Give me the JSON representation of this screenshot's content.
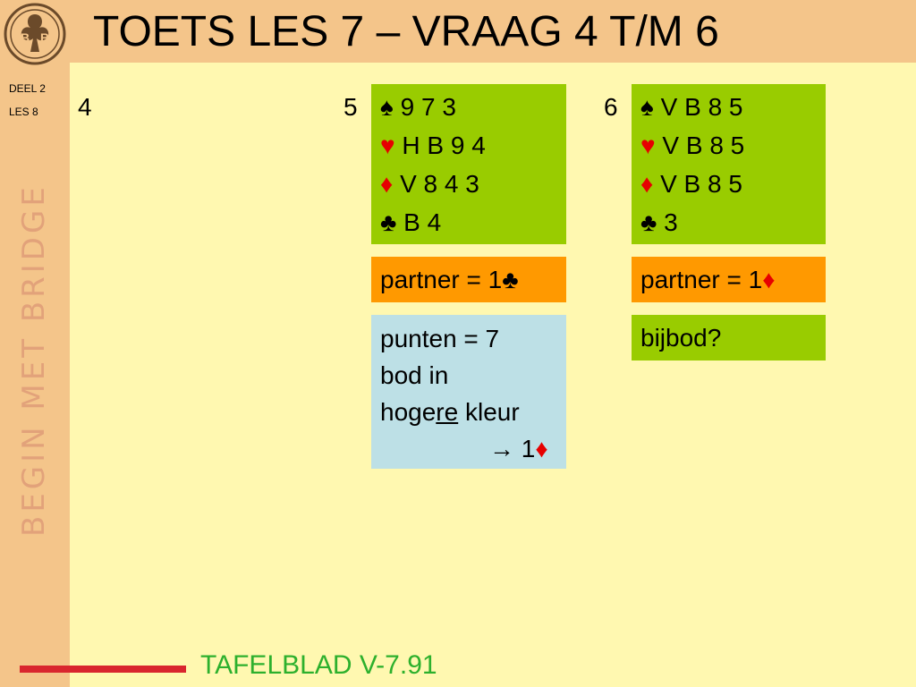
{
  "sidebar": {
    "deel": "DEEL 2",
    "les": "LES 8",
    "vertical_text": "BEGIN MET BRIDGE",
    "logo_text": "B♣B"
  },
  "header": {
    "title": "TOETS LES 7 – VRAAG 4 T/M 6"
  },
  "questions": {
    "q4": {
      "number": "4"
    },
    "q5": {
      "number": "5",
      "hand": {
        "spades": "9 7 3",
        "hearts": "H B 9 4",
        "diamonds": "V 8 4 3",
        "clubs": "B 4"
      },
      "partner_label": "partner = 1",
      "answer": {
        "line1": "punten = 7",
        "line2": "bod in",
        "line3_pre": "hoge",
        "line3_ul": "re",
        "line3_post": " kleur",
        "line4_arrow": "→",
        "line4_value": "1"
      }
    },
    "q6": {
      "number": "6",
      "hand": {
        "spades": "V B 8 5",
        "hearts": "V B 8 5",
        "diamonds": "V B 8 5",
        "clubs": "3"
      },
      "partner_label": "partner = 1",
      "question": "bijbod?"
    }
  },
  "icons": {
    "spade": "♠",
    "heart": "♥",
    "diamond": "♦",
    "club": "♣"
  },
  "footer": {
    "text": "TAFELBLAD V-7.91"
  },
  "colors": {
    "background": "#fff8b0",
    "sidebar": "#f4c58a",
    "green_box": "#99cc00",
    "orange_box": "#ff9900",
    "blue_box": "#bde0e6",
    "red_suit": "#e60000",
    "footer_text": "#2db02d",
    "footer_line": "#d9262e"
  }
}
